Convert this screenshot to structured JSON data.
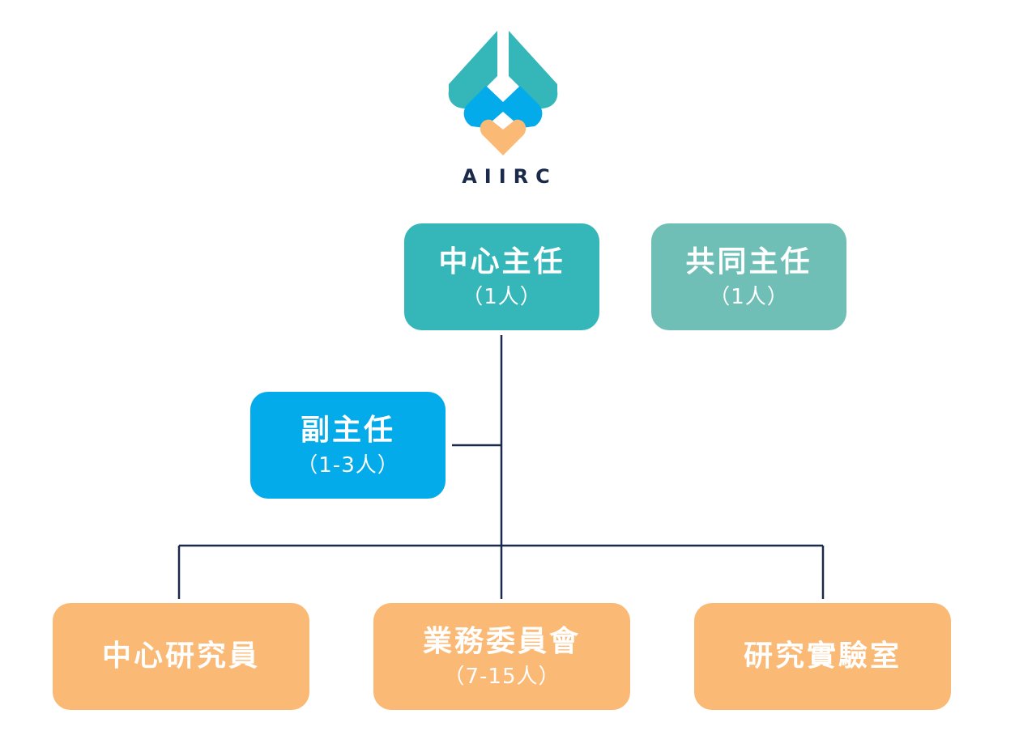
{
  "logo": {
    "text": "AIIRC",
    "icon": "aiirc-leaf-logo-icon",
    "colors": {
      "teal": "#35b6b8",
      "blue": "#03abea",
      "orange": "#fbb976",
      "text": "#1b2a4a"
    }
  },
  "nodes": {
    "director": {
      "title": "中心主任",
      "count": "（1人）"
    },
    "co_director": {
      "title": "共同主任",
      "count": "（1人）"
    },
    "deputy": {
      "title": "副主任",
      "count": "（1-3人）"
    },
    "researcher": {
      "title": "中心研究員"
    },
    "committee": {
      "title": "業務委員會",
      "count": "（7-15人）"
    },
    "lab": {
      "title": "研究實驗室"
    }
  },
  "line_color": "#1b2a4a"
}
